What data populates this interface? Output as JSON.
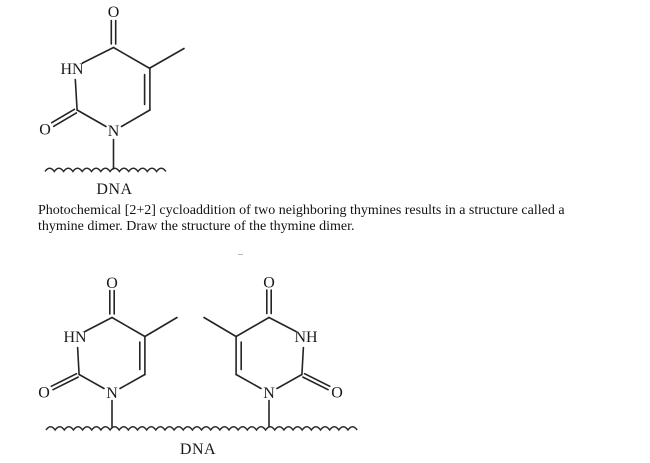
{
  "colors": {
    "ink": "#242424",
    "paper": "#ffffff"
  },
  "top_figure": {
    "description": "thymine attached to DNA strand",
    "atoms": {
      "carbonyl_top": "O",
      "imide_nh": "HN",
      "carbonyl_left": "O",
      "ring_n": "N"
    },
    "backbone_label": "DNA"
  },
  "problem": {
    "line1": "Photochemical [2+2] cycloaddition of two neighboring thymines results in a structure called a",
    "line2": "thymine dimer. Draw the structure of the thymine dimer."
  },
  "answer_figure": {
    "description": "two neighboring thymines on a DNA strand",
    "left_thymine": {
      "atoms": {
        "carbonyl_top": "O",
        "imide_nh": "HN",
        "carbonyl_left": "O",
        "ring_n": "N"
      }
    },
    "right_thymine": {
      "atoms": {
        "carbonyl_top": "O",
        "imide_nh": "NH",
        "carbonyl_right": "O",
        "ring_n": "N"
      }
    },
    "backbone_label": "DNA"
  }
}
